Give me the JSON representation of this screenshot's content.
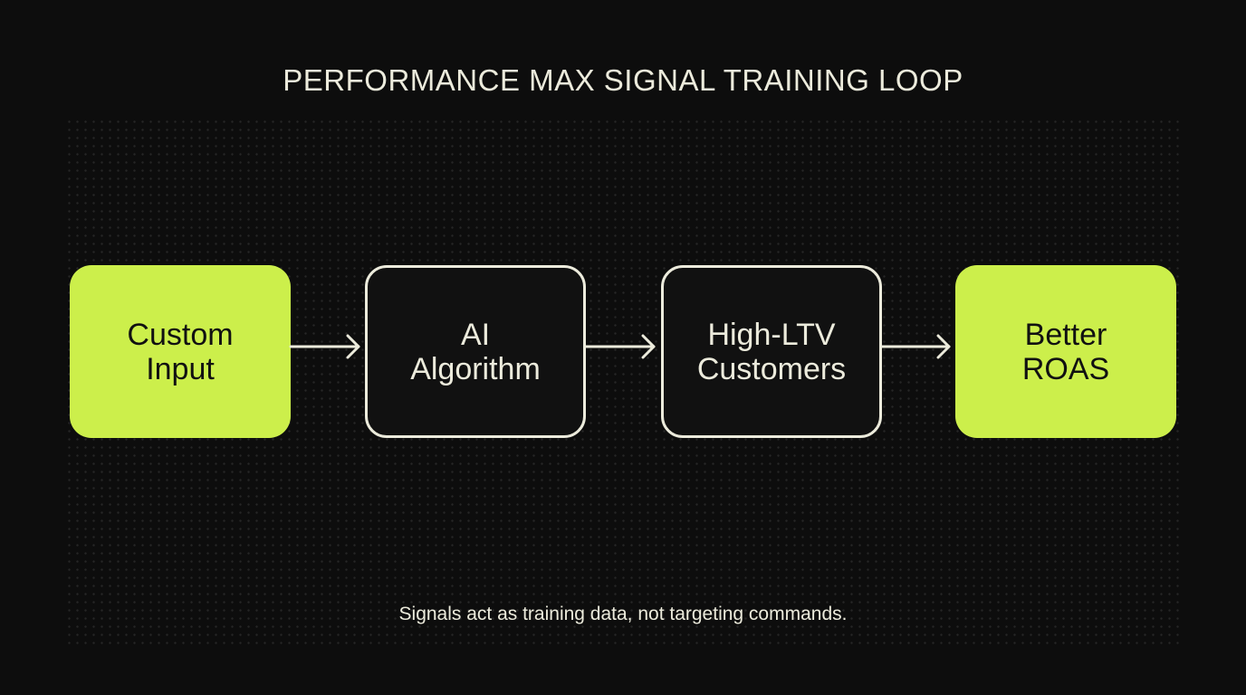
{
  "title": "PERFORMANCE MAX SIGNAL TRAINING LOOP",
  "nodes": [
    {
      "line1": "Custom",
      "line2": "Input",
      "style": "accent"
    },
    {
      "line1": "AI",
      "line2": "Algorithm",
      "style": "outline"
    },
    {
      "line1": "High-LTV",
      "line2": "Customers",
      "style": "outline"
    },
    {
      "line1": "Better",
      "line2": "ROAS",
      "style": "accent"
    }
  ],
  "caption": "Signals act as training data, not targeting commands.",
  "colors": {
    "background": "#0d0d0d",
    "accent": "#ccef4b",
    "foreground": "#ecebdc"
  }
}
